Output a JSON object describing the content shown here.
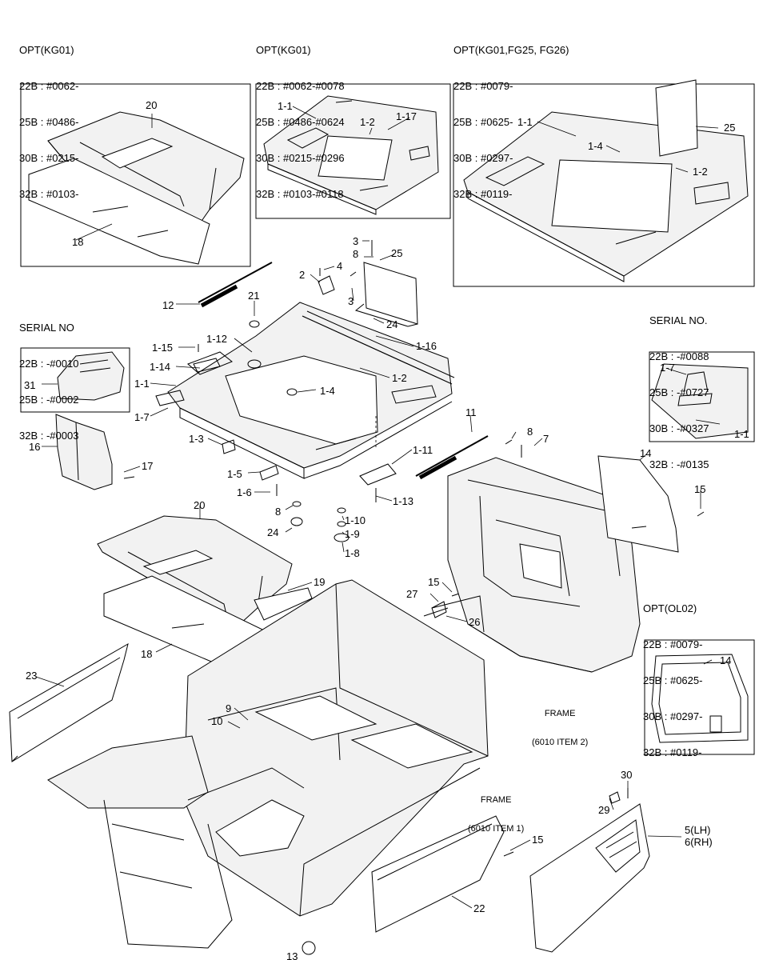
{
  "blocks": [
    {
      "id": "opt-kg01-a",
      "lines": [
        "OPT(KG01)",
        "22B : #0062-",
        "25B : #0486-",
        "30B : #0215-",
        "32B : #0103-"
      ]
    },
    {
      "id": "opt-kg01-b",
      "lines": [
        "OPT(KG01)",
        "22B : #0062-#0078",
        "25B : #0486-#0624",
        "30B : #0215-#0296",
        "32B : #0103-#0118"
      ]
    },
    {
      "id": "opt-kg01-fg",
      "lines": [
        "OPT(KG01,FG25, FG26)",
        "22B : #0079-",
        "25B : #0625-",
        "30B : #0297-",
        "32B : #0119-"
      ]
    },
    {
      "id": "serial-no-a",
      "lines": [
        "SERIAL NO",
        "22B : -#0010",
        "25B : -#0002",
        "32B : -#0003"
      ]
    },
    {
      "id": "serial-no-b",
      "lines": [
        "SERIAL NO.",
        "22B : -#0088",
        "25B : -#0727",
        "30B : -#0327",
        "32B : -#0135"
      ]
    },
    {
      "id": "opt-ol02",
      "lines": [
        "OPT(OL02)",
        "22B : #0079-",
        "25B : #0625-",
        "30B : #0297-",
        "32B : #0119-"
      ]
    }
  ],
  "frames": [
    {
      "id": "frame-2",
      "lines": [
        "FRAME",
        "(6010 ITEM 2)"
      ]
    },
    {
      "id": "frame-1",
      "lines": [
        "FRAME",
        "(6010 ITEM 1)"
      ]
    }
  ],
  "callouts": [
    "20",
    "18",
    "1-1",
    "1-2",
    "1-17",
    "1-1",
    "1-4",
    "25",
    "1-2",
    "3",
    "8",
    "25",
    "4",
    "2",
    "3",
    "12",
    "21",
    "24",
    "1-16",
    "1-15",
    "1-12",
    "1-14",
    "1-4",
    "1-2",
    "1-1",
    "31",
    "1-7",
    "1-7",
    "1-1",
    "16",
    "17",
    "1-3",
    "11",
    "8",
    "7",
    "1-11",
    "1-5",
    "1-6",
    "1-13",
    "8",
    "1-10",
    "24",
    "1-9",
    "1-8",
    "20",
    "14",
    "15",
    "19",
    "15",
    "27",
    "26",
    "18",
    "23",
    "9",
    "10",
    "13",
    "22",
    "15",
    "30",
    "29",
    "5(LH)",
    "6(RH)",
    "14"
  ],
  "colors": {
    "ink": "#000000",
    "paper": "#ffffff",
    "fill": "#f2f2f2"
  }
}
